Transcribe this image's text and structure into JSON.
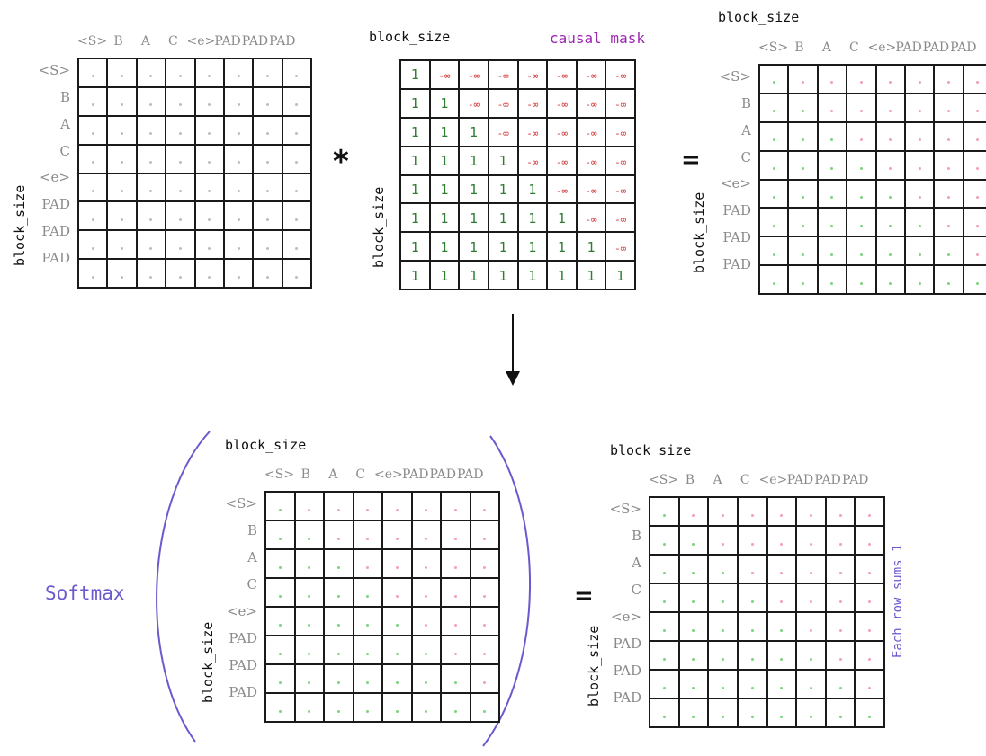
{
  "labels": {
    "block_size": "block_size",
    "causal_mask": "causal mask",
    "softmax": "Softmax",
    "row_note": "Each row sums 1",
    "times": "*",
    "equals": "="
  },
  "tokens": [
    "<S>",
    "B",
    "A",
    "C",
    "<e>",
    "PAD",
    "PAD",
    "PAD"
  ],
  "mask": {
    "one": "1",
    "neg_inf": "-∞",
    "rows": [
      [
        "1",
        "-∞",
        "-∞",
        "-∞",
        "-∞",
        "-∞",
        "-∞",
        "-∞"
      ],
      [
        "1",
        "1",
        "-∞",
        "-∞",
        "-∞",
        "-∞",
        "-∞",
        "-∞"
      ],
      [
        "1",
        "1",
        "1",
        "-∞",
        "-∞",
        "-∞",
        "-∞",
        "-∞"
      ],
      [
        "1",
        "1",
        "1",
        "1",
        "-∞",
        "-∞",
        "-∞",
        "-∞"
      ],
      [
        "1",
        "1",
        "1",
        "1",
        "1",
        "-∞",
        "-∞",
        "-∞"
      ],
      [
        "1",
        "1",
        "1",
        "1",
        "1",
        "1",
        "-∞",
        "-∞"
      ],
      [
        "1",
        "1",
        "1",
        "1",
        "1",
        "1",
        "1",
        "-∞"
      ],
      [
        "1",
        "1",
        "1",
        "1",
        "1",
        "1",
        "1",
        "1"
      ]
    ]
  },
  "colors": {
    "grid_line": "#1a1a1a",
    "gray_dot": "#bdbdbd",
    "green_dot": "#7fd47f",
    "pink_dot": "#f2a1b4",
    "mask_one": "#2e7d32",
    "mask_neg": "#d32f2f",
    "accent_purple": "#6a5acd",
    "causal_mask_label": "#9c27b0"
  }
}
